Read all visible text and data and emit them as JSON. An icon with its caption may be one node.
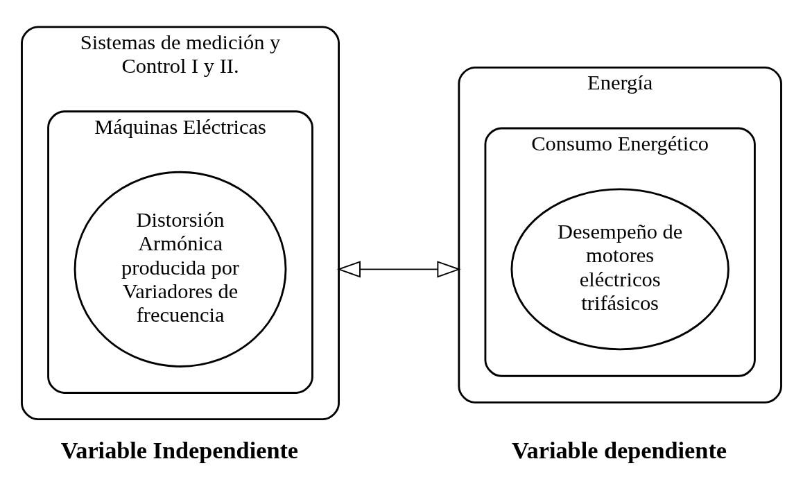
{
  "diagram": {
    "nodes": [
      {
        "text": [
          "Sistemas de medición y Control I y II."
        ],
        "beside": [
          "Variable Independiente"
        ]
      },
      {
        "text": [
          "Máquinas Eléctricas"
        ],
        "in": 0
      },
      {
        "text": [
          "Distorsión Armónica producida por Variadores de frecuencia"
        ],
        "in": 1
      },
      {
        "text": [
          "Energía"
        ],
        "beside": [
          "Variable dependiente"
        ]
      },
      {
        "text": [
          "Consumo Energético"
        ],
        "in": 3
      },
      {
        "text": [
          "Desempeño de motores eléctricos trifásicos"
        ],
        "in": 4
      }
    ],
    "edges": [
      {
        "from": 0,
        "to": 3,
        "arrow": "both"
      }
    ]
  }
}
